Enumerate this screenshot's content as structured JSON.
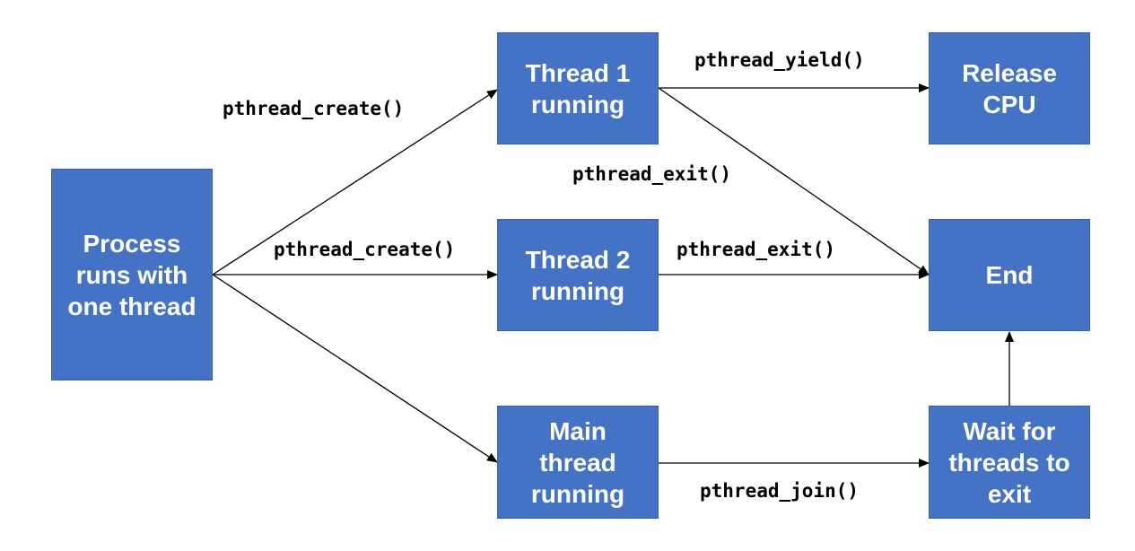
{
  "diagram": {
    "nodes": {
      "process": "Process\nruns with\none thread",
      "thread1": "Thread 1\nrunning",
      "thread2": "Thread 2\nrunning",
      "main": "Main\nthread\nrunning",
      "release": "Release\nCPU",
      "end": "End",
      "wait": "Wait for\nthreads to\nexit"
    },
    "edges": {
      "create1": "pthread_create()",
      "create2": "pthread_create()",
      "yield": "pthread_yield()",
      "exit1": "pthread_exit()",
      "exit2": "pthread_exit()",
      "join": "pthread_join()"
    },
    "colors": {
      "node_fill": "#4472c4",
      "node_text": "#ffffff",
      "edge": "#000000"
    }
  }
}
